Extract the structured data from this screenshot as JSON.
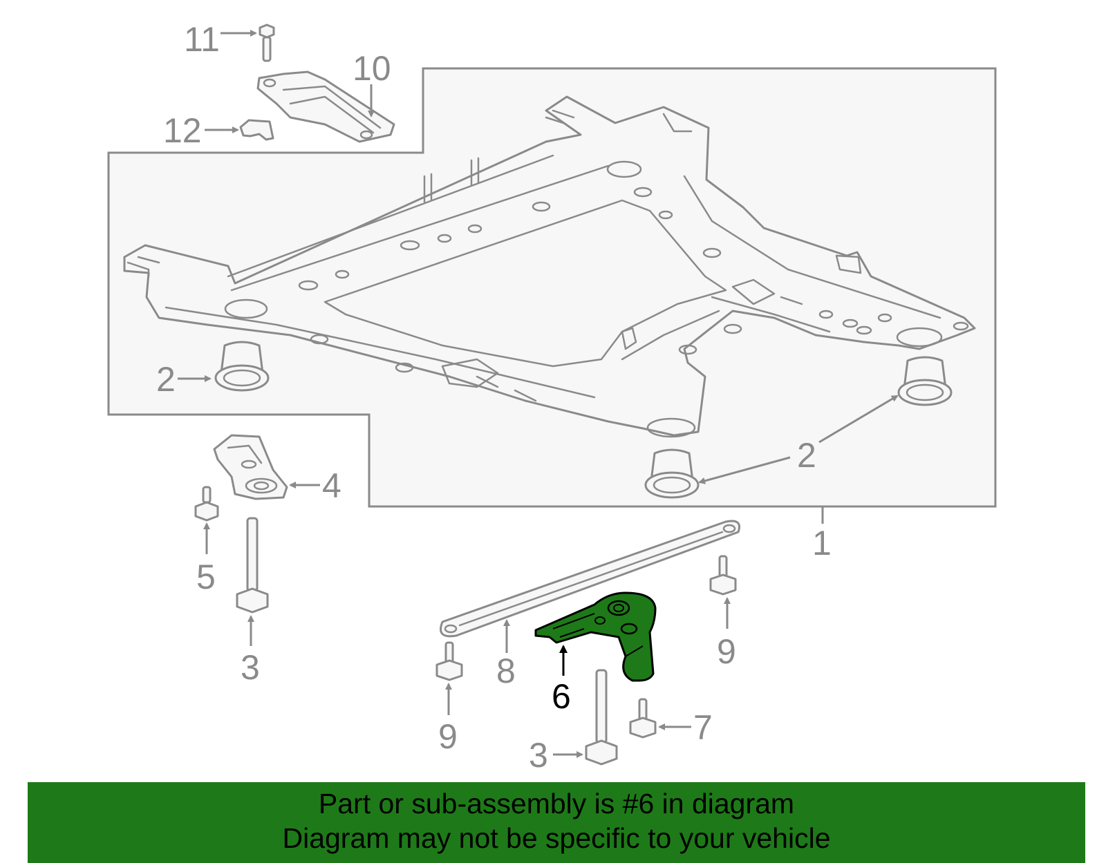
{
  "diagram": {
    "callouts": [
      "11",
      "10",
      "12",
      "2",
      "2",
      "4",
      "5",
      "1",
      "3",
      "9",
      "8",
      "6",
      "9",
      "7",
      "3"
    ],
    "highlighted_part": "6",
    "colors": {
      "highlight_fill": "#1e7a18",
      "line": "#8a8a8a",
      "group_box_fill": "#f7f7f7",
      "banner_bg": "#1e7a18"
    }
  },
  "banner": {
    "line1": "Part or sub-assembly is #6 in diagram",
    "line2": "Diagram may not be specific to your vehicle"
  }
}
